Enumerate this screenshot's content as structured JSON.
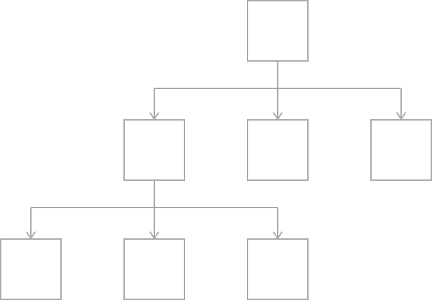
{
  "diagram": {
    "type": "tree",
    "line_color": "#a9a9a9",
    "box_fill": "#ffffff",
    "nodes": [
      {
        "id": "root",
        "label": ""
      },
      {
        "id": "child-1",
        "label": ""
      },
      {
        "id": "child-2",
        "label": ""
      },
      {
        "id": "child-3",
        "label": ""
      },
      {
        "id": "grandchild-1",
        "label": ""
      },
      {
        "id": "grandchild-2",
        "label": ""
      },
      {
        "id": "grandchild-3",
        "label": ""
      }
    ],
    "edges": [
      {
        "from": "root",
        "to": "child-1"
      },
      {
        "from": "root",
        "to": "child-2"
      },
      {
        "from": "root",
        "to": "child-3"
      },
      {
        "from": "child-1",
        "to": "grandchild-1"
      },
      {
        "from": "child-1",
        "to": "grandchild-2"
      },
      {
        "from": "child-1",
        "to": "grandchild-3"
      }
    ]
  }
}
